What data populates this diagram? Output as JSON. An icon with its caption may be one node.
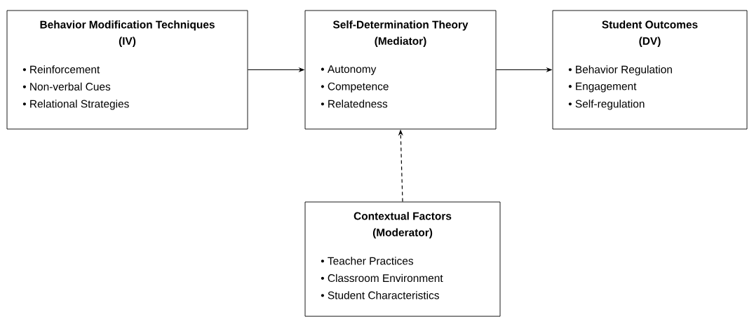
{
  "diagram": {
    "nodes": [
      {
        "text": [
          "Behavior Modification Techniques (IV)",
          "• Reinforcement",
          "• Non-verbal Cues",
          "• Relational Strategies"
        ]
      },
      {
        "text": [
          "Self-Determination Theory (Mediator)",
          "• Autonomy",
          "• Competence",
          "• Relatedness"
        ]
      },
      {
        "text": [
          "Student Outcomes (DV)",
          "• Behavior Regulation",
          "• Engagement",
          "• Self-regulation"
        ]
      },
      {
        "text": [
          "Contextual Factors (Moderator)",
          "• Teacher Practices",
          "• Classroom Environment",
          "• Student Characteristics"
        ]
      }
    ],
    "edges": [
      {
        "from": 0,
        "to": 1,
        "arrow": "to"
      },
      {
        "from": 1,
        "to": 2,
        "arrow": "to"
      },
      {
        "from": 3,
        "to": 1,
        "arrow": "to",
        "style": "dashed"
      }
    ]
  }
}
